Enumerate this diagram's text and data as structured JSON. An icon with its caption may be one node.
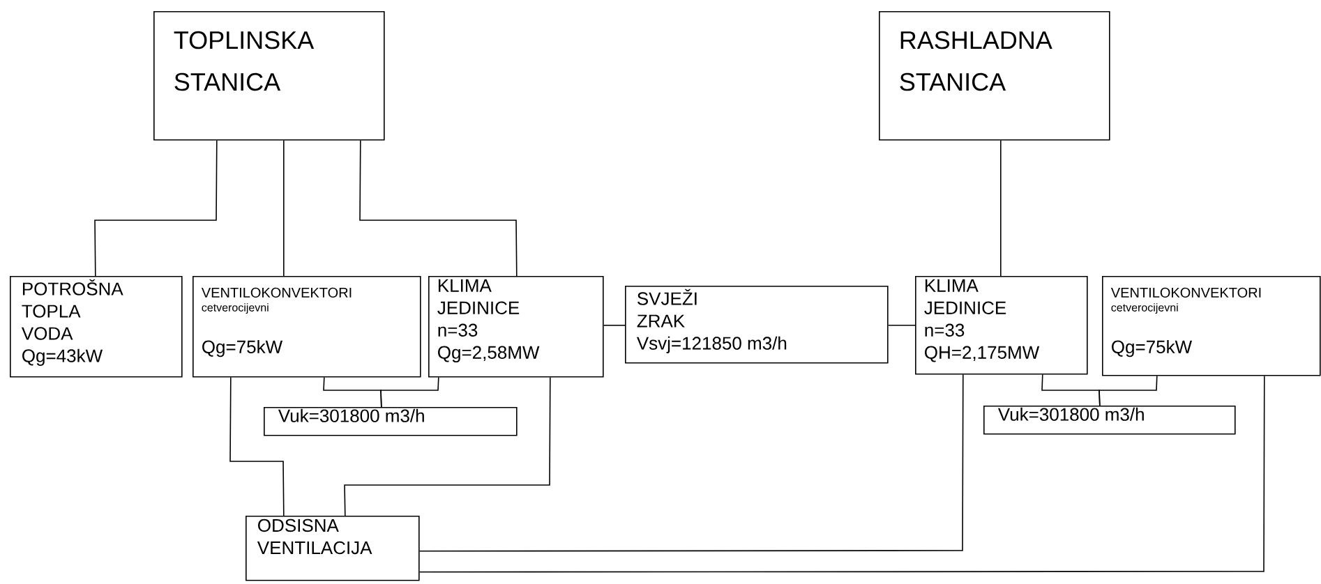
{
  "diagram": {
    "nodes": [
      {
        "text": [
          "TOPLINSKA STANICA"
        ]
      },
      {
        "text": [
          "RASHLADNA STANICA"
        ]
      },
      {
        "text": [
          "POTROŠNA TOPLA VODA",
          "Qg=43kW"
        ]
      },
      {
        "text": [
          "VENTILOKONVEKTORI",
          "cetverocijevni",
          "Qg=75kW"
        ]
      },
      {
        "text": [
          "KLIMA JEDINICE",
          "n=33",
          "Qg=2,58MW"
        ]
      },
      {
        "text": [
          "Vuk=301800 m3/h"
        ]
      },
      {
        "text": [
          "SVJEŽI ZRAK",
          "Vsvj=121850 m3/h"
        ]
      },
      {
        "text": [
          "KLIMA JEDINICE",
          "n=33",
          "QH=2,175MW"
        ]
      },
      {
        "text": [
          "VENTILOKONVEKTORI",
          "cetverocijevni",
          "Qg=75kW"
        ]
      },
      {
        "text": [
          "Vuk=301800 m3/h"
        ]
      },
      {
        "text": [
          "ODSISNA VENTILACIJA"
        ]
      }
    ],
    "edges": [
      {
        "from": 0,
        "to": 2,
        "arrow": "none"
      },
      {
        "from": 0,
        "to": 3,
        "arrow": "none"
      },
      {
        "from": 0,
        "to": 4,
        "arrow": "none"
      },
      {
        "from": 1,
        "to": 7,
        "arrow": "none"
      },
      {
        "from": 3,
        "to": 5,
        "arrow": "none"
      },
      {
        "from": 4,
        "to": 5,
        "arrow": "none"
      },
      {
        "from": 4,
        "to": 6,
        "arrow": "none"
      },
      {
        "from": 6,
        "to": 7,
        "arrow": "none"
      },
      {
        "from": 7,
        "to": 9,
        "arrow": "none"
      },
      {
        "from": 8,
        "to": 9,
        "arrow": "none"
      },
      {
        "from": 3,
        "to": 10,
        "arrow": "none"
      },
      {
        "from": 4,
        "to": 10,
        "arrow": "none"
      },
      {
        "from": 7,
        "to": 10,
        "arrow": "none"
      },
      {
        "from": 8,
        "to": 10,
        "arrow": "none"
      }
    ]
  }
}
